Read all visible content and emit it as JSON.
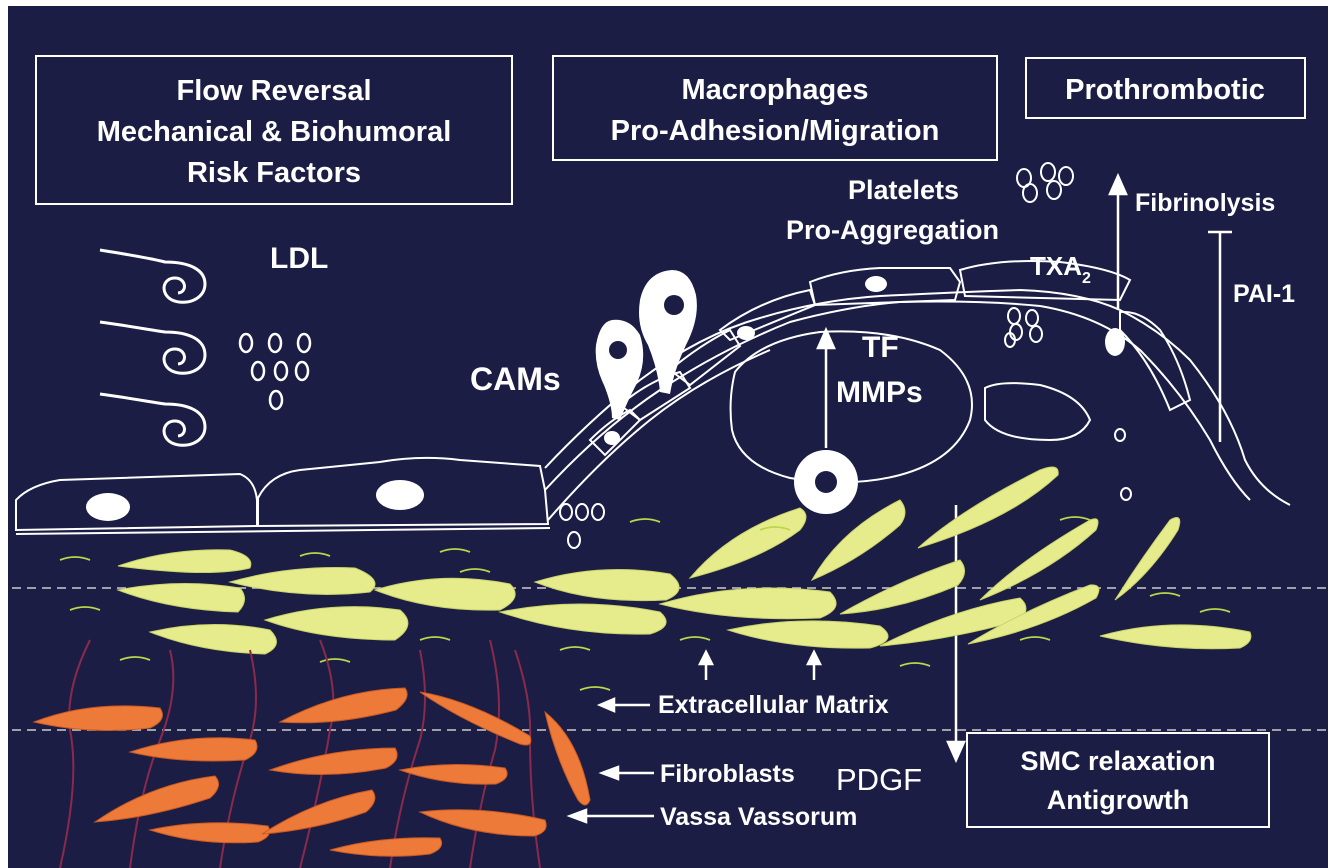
{
  "colors": {
    "background": "#1b1d45",
    "line": "#ffffff",
    "smc_fill": "#e6ec8c",
    "fibroblast_fill": "#ee7a3a",
    "matrix_fiber": "#b9d84a",
    "vasa": "#8a2a4a"
  },
  "boxes": {
    "flow": {
      "line1": "Flow Reversal",
      "line2": "Mechanical & Biohumoral",
      "line3": "Risk Factors"
    },
    "macrophages": {
      "line1": "Macrophages",
      "line2": "Pro-Adhesion/Migration"
    },
    "prothrombotic": "Prothrombotic",
    "smc": {
      "line1": "SMC relaxation",
      "line2": "Antigrowth"
    }
  },
  "labels": {
    "ldl": "LDL",
    "cams": "CAMs",
    "platelets_1": "Platelets",
    "platelets_2": "Pro-Aggregation",
    "txa": "TXA",
    "txa_sub": "2",
    "fibrinolysis": "Fibrinolysis",
    "pai1": "PAI-1",
    "tf": "TF",
    "mmps": "MMPs",
    "pdgf": "PDGF",
    "extracellular_matrix": "Extracellular Matrix",
    "fibroblasts": "Fibroblasts",
    "vassa_vassorum": "Vassa Vassorum"
  }
}
